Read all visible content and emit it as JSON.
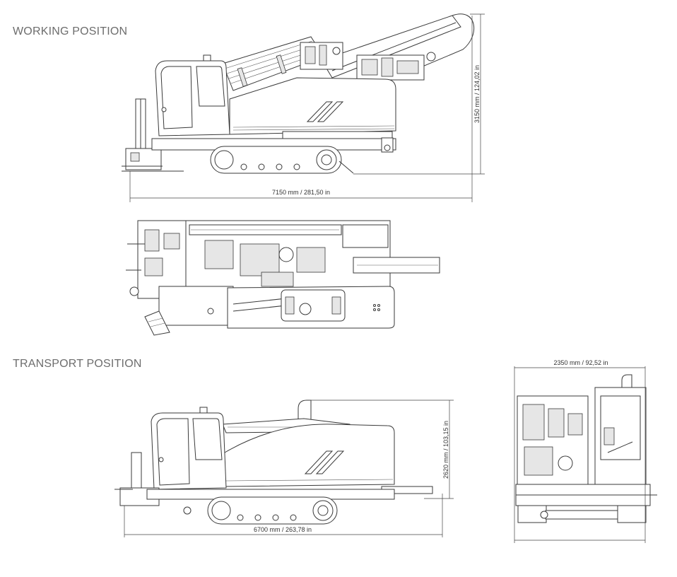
{
  "sections": {
    "working": "WORKING POSITION",
    "transport": "TRANSPORT POSITION"
  },
  "dimensions": {
    "working_length": "7150 mm / 281,50 in",
    "working_height": "3150 mm / 124,02 in",
    "transport_length": "6700 mm / 263,78 in",
    "transport_height": "2620 mm / 103,15 in",
    "transport_width": "2350 mm / 92,52 in"
  }
}
